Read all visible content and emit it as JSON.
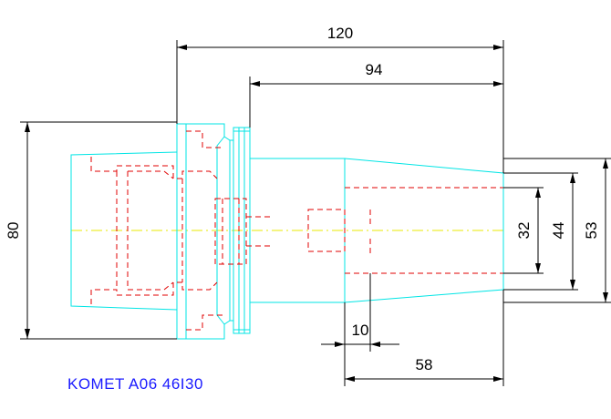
{
  "part_label": "KOMET A06 46I30",
  "dimensions": {
    "overall_length": "120",
    "shank_length": "94",
    "flange_diameter": "80",
    "bore_small": "32",
    "bore_medium": "44",
    "body_diameter": "53",
    "bore_offset": "10",
    "bore_depth": "58"
  },
  "colors": {
    "outline": "#00e5e5",
    "hidden": "#e00000",
    "centerline": "#e8e800",
    "dimension": "#000000",
    "label": "#1a1aff"
  }
}
